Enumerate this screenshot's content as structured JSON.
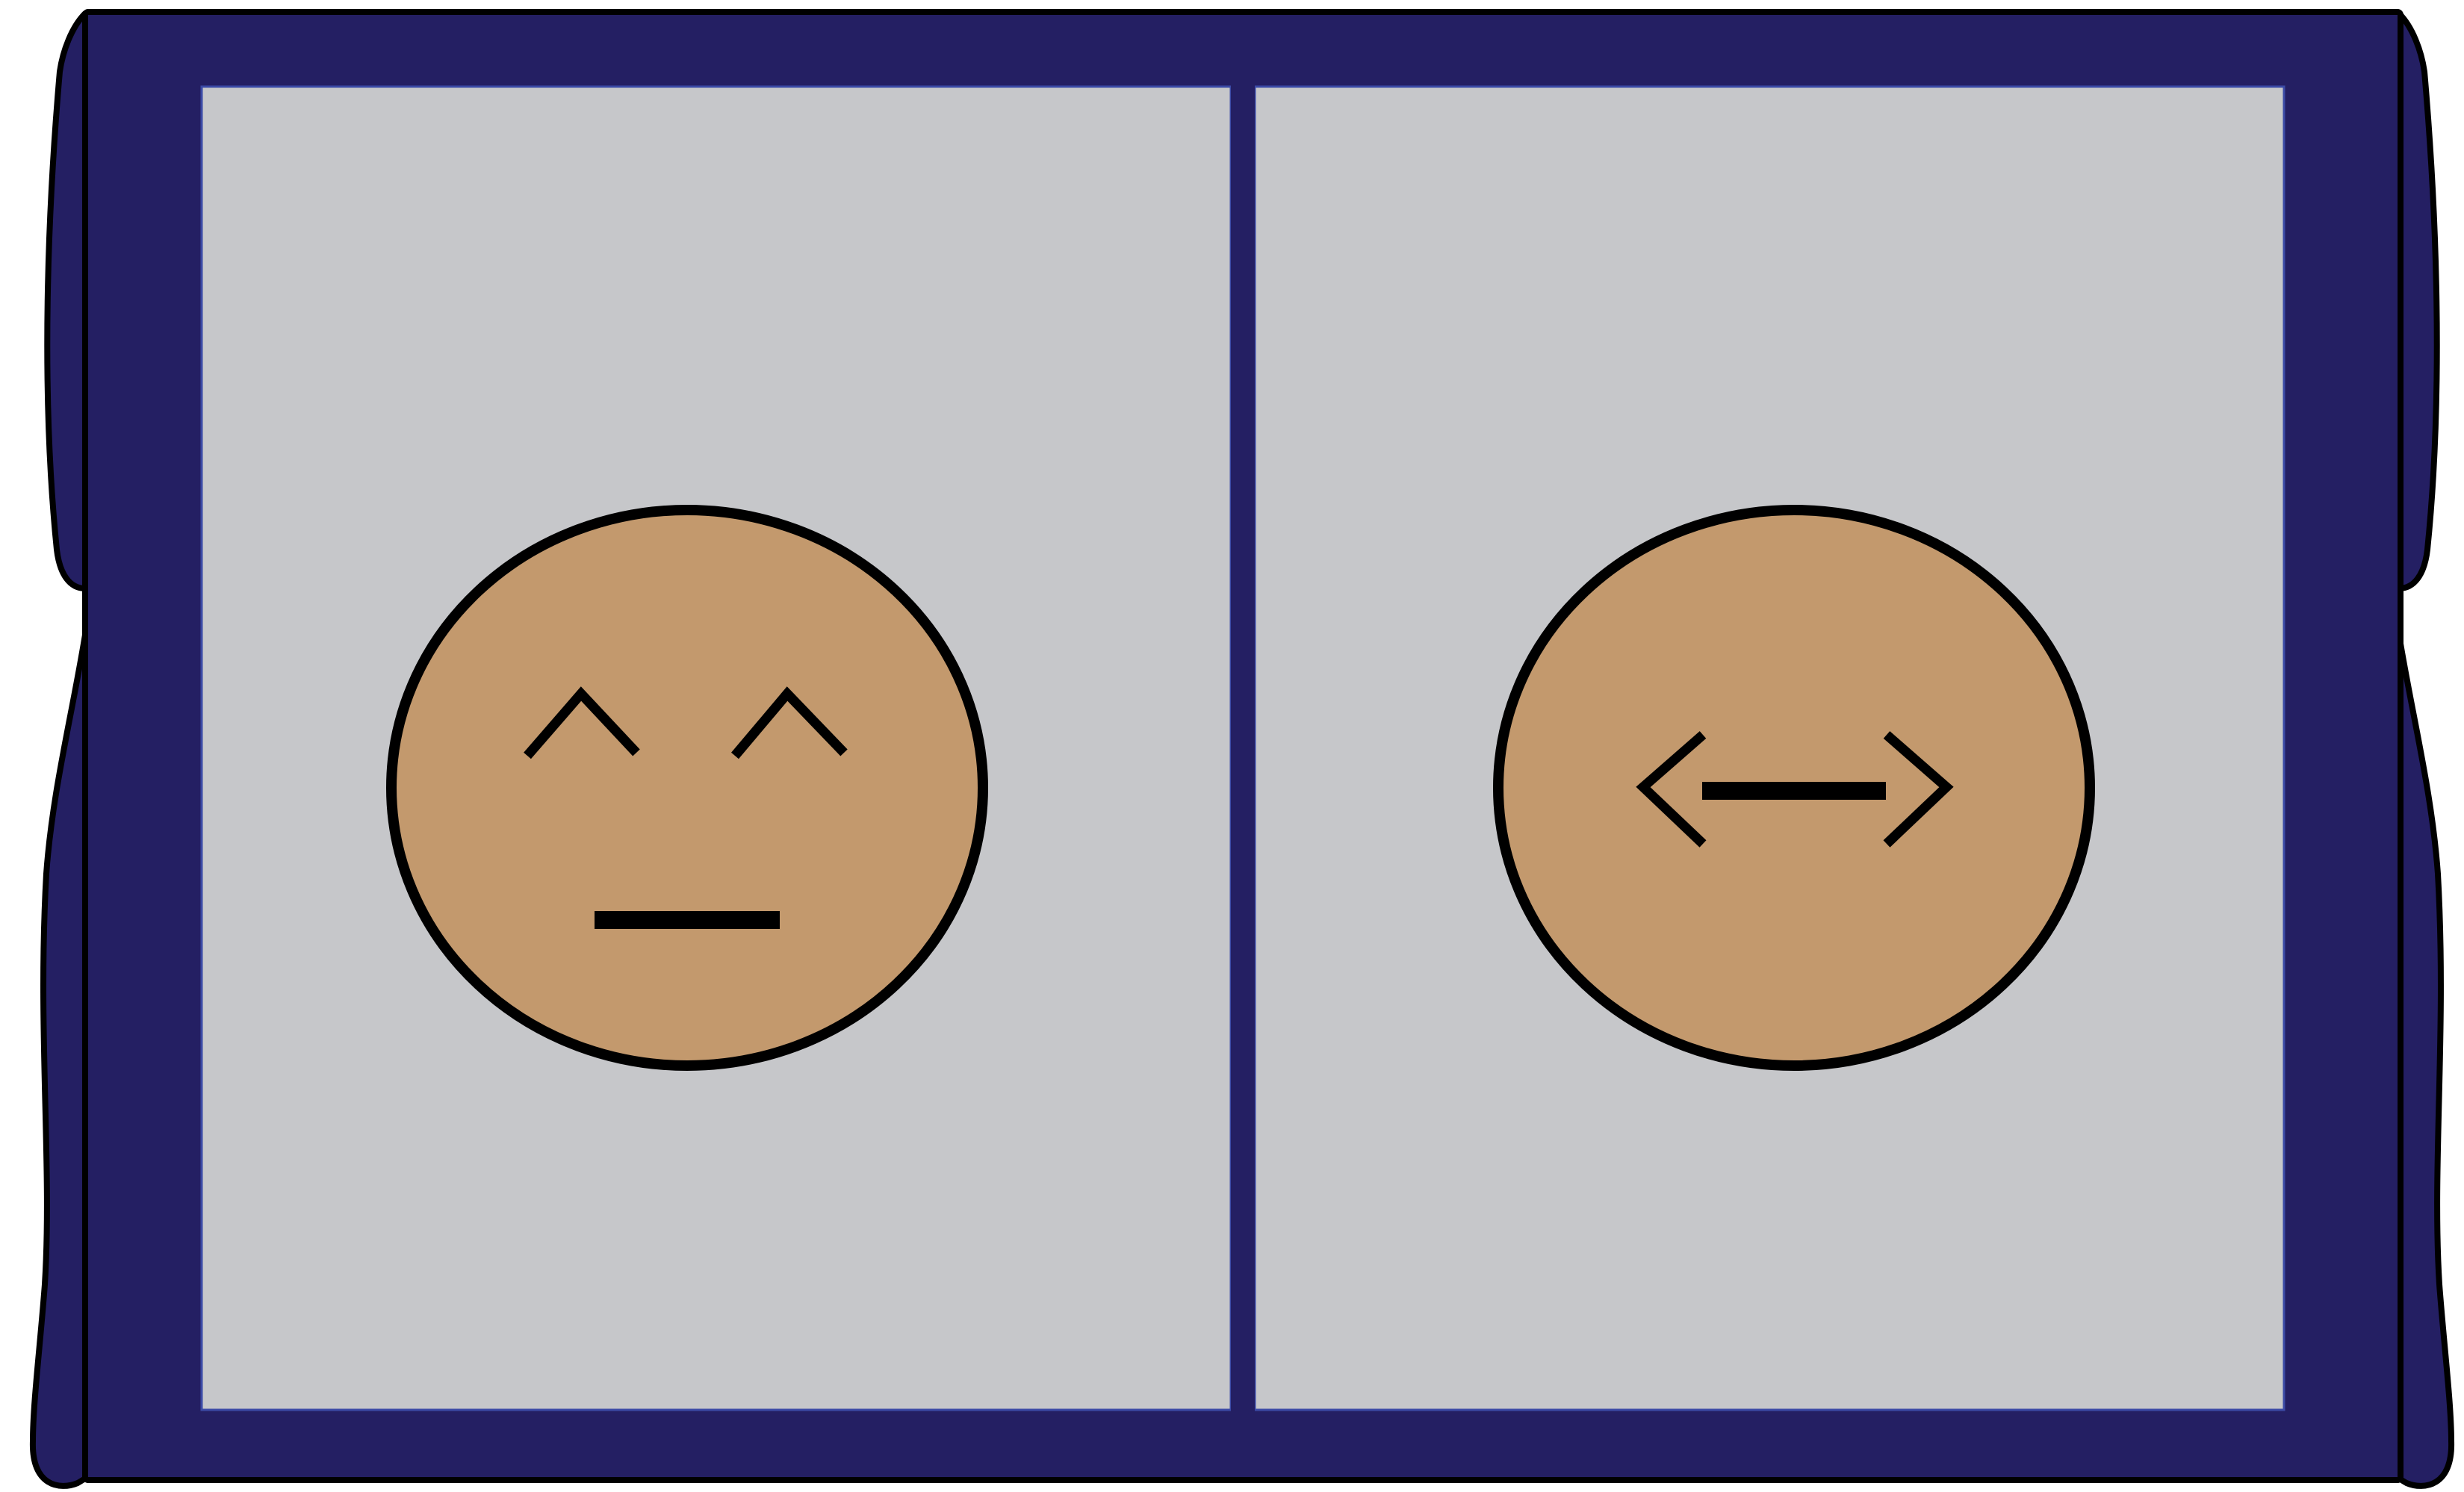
{
  "title": "",
  "colors": {
    "frame": "#241f63",
    "outline": "#000000",
    "panel": "#c6c7ca",
    "panel_border": "#3b4aa6",
    "face": "#c3996d",
    "features": "#000000",
    "background": "#ffffff"
  },
  "panels": [
    {
      "name": "left-panel",
      "face": {
        "eyes": "caret-up",
        "mouth": "flat-line"
      }
    },
    {
      "name": "right-panel",
      "face": {
        "eyes": "angle-brackets",
        "mouth": "flat-line"
      }
    }
  ]
}
